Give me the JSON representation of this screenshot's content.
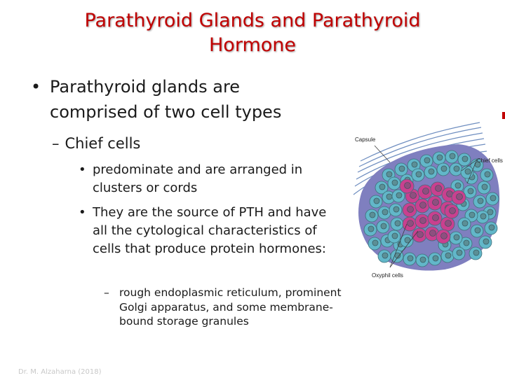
{
  "slide": {
    "title": "Parathyroid  Glands  and  Parathyroid\nHormone",
    "footer": "Dr. M. Alzaharna (2018)",
    "colors": {
      "title": "#c00000",
      "accent_bar": "#c00000"
    },
    "bullets": {
      "level1": {
        "marker": "•",
        "text": "Parathyroid glands are comprised of two cell types"
      },
      "level2": {
        "marker": "–",
        "text": "Chief cells"
      },
      "level3": [
        {
          "marker": "•",
          "text": "predominate and are arranged in clusters or cords"
        },
        {
          "marker": "•",
          "text": "They are the source of PTH and have all the cytological characteristics of cells that produce protein hormones:"
        }
      ],
      "level4": {
        "marker": "–",
        "text": "rough endoplasmic reticulum, prominent Golgi apparatus, and some membrane-bound storage granules"
      }
    }
  },
  "figure": {
    "labels": {
      "capsule": "Capsule",
      "chief_cells": "Chief cells",
      "oxyphil_cells": "Oxyphil cells"
    },
    "colors": {
      "chief_cell": "#62b7c9",
      "chief_nucleus": "#5b8f96",
      "oxyphil_cell": "#c9408f",
      "oxyphil_nucleus": "#8e4f7f",
      "capsule": "#6f8ec0",
      "stroma": "#7f7fbf"
    }
  }
}
